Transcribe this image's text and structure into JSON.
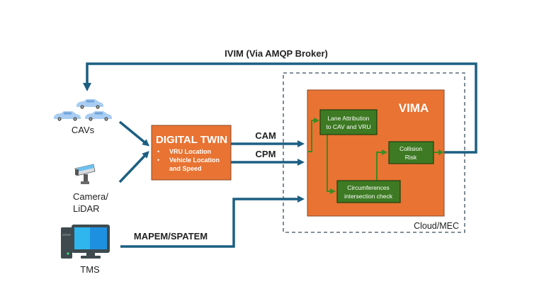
{
  "colors": {
    "arrow_blue": "#1c5f82",
    "orange": "#e87332",
    "orange_border": "#8a4a2a",
    "green_box": "#3d7a23",
    "green_border": "#1f3f12",
    "green_arrow": "#3e8a22",
    "dashed": "#3a4d5c",
    "text": "#222222"
  },
  "feedback": {
    "label": "IVIM (Via AMQP Broker)"
  },
  "sources": {
    "cavs": {
      "label": "CAVs",
      "icon": "car-icon"
    },
    "camera": {
      "label_line1": "Camera/",
      "label_line2": "LiDAR",
      "icon": "security-camera-icon"
    },
    "tms": {
      "label": "TMS",
      "icon": "desktop-computer-icon"
    }
  },
  "digital_twin": {
    "title": "DIGITAL TWIN",
    "bullets": [
      {
        "line1": "VRU Location",
        "line2": ""
      },
      {
        "line1": "Vehicle Location",
        "line2": "and Speed"
      }
    ],
    "bullet_char": "•"
  },
  "messages": {
    "cam": "CAM",
    "cpm": "CPM",
    "mapem": "MAPEM/SPATEM"
  },
  "cloud": {
    "label": "Cloud/MEC"
  },
  "vima": {
    "title": "VIMA",
    "boxes": {
      "lane": {
        "line1": "Lane Attribution",
        "line2": "to CAV and VRU"
      },
      "circ": {
        "line1": "Circumferences",
        "line2": "intersection check"
      },
      "risk": {
        "line1": "Collision",
        "line2": "Risk"
      }
    }
  }
}
